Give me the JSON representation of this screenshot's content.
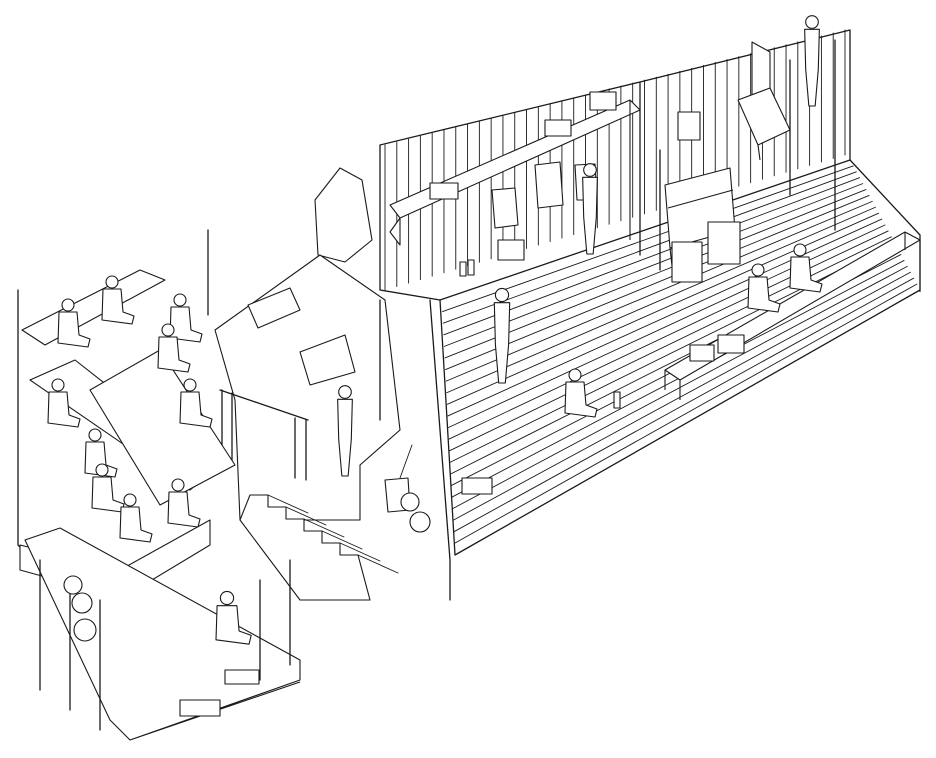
{
  "image": {
    "kind": "axonometric line drawing",
    "ink_color": "#1a1a1a",
    "paper_color": "#ffffff"
  },
  "elements": {
    "wall_slats": 40,
    "floor_planks": 22,
    "stair_steps": 6,
    "sauna_figures": 10,
    "changing_room_figures": 6,
    "lower_figures": 2
  }
}
